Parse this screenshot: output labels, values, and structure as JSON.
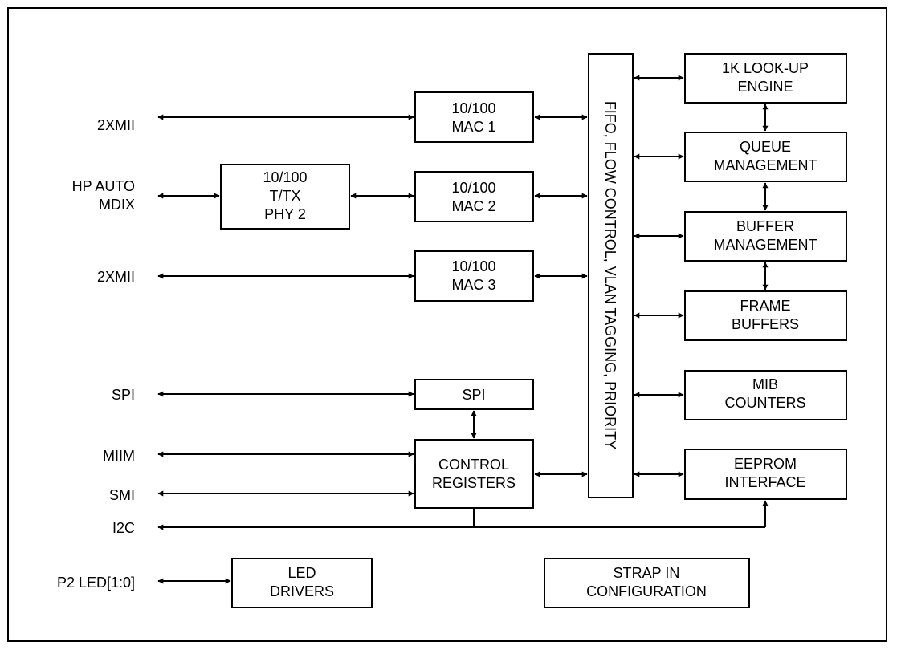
{
  "colors": {
    "stroke": "#000000",
    "background": "#ffffff"
  },
  "labels": {
    "xmii_top": "2XMII",
    "hp_auto_l1": "HP AUTO",
    "hp_auto_l2": "MDIX",
    "xmii_mid": "2XMII",
    "spi": "SPI",
    "miim": "MIIM",
    "smi": "SMI",
    "i2c": "I2C",
    "p2led": "P2 LED[1:0]"
  },
  "blocks": {
    "phy2": [
      "10/100",
      "T/TX",
      "PHY 2"
    ],
    "mac1": [
      "10/100",
      "MAC 1"
    ],
    "mac2": [
      "10/100",
      "MAC 2"
    ],
    "mac3": [
      "10/100",
      "MAC 3"
    ],
    "spi": [
      "SPI"
    ],
    "control": [
      "CONTROL",
      "REGISTERS"
    ],
    "fifo": "FIFO, FLOW CONTROL, VLAN TAGGING, PRIORITY",
    "lookup": [
      "1K LOOK-UP",
      "ENGINE"
    ],
    "queue": [
      "QUEUE",
      "MANAGEMENT"
    ],
    "buffer": [
      "BUFFER",
      "MANAGEMENT"
    ],
    "frame": [
      "FRAME",
      "BUFFERS"
    ],
    "mib": [
      "MIB",
      "COUNTERS"
    ],
    "eeprom": [
      "EEPROM",
      "INTERFACE"
    ],
    "led": [
      "LED",
      "DRIVERS"
    ],
    "strap": [
      "STRAP IN",
      "CONFIGURATION"
    ]
  }
}
